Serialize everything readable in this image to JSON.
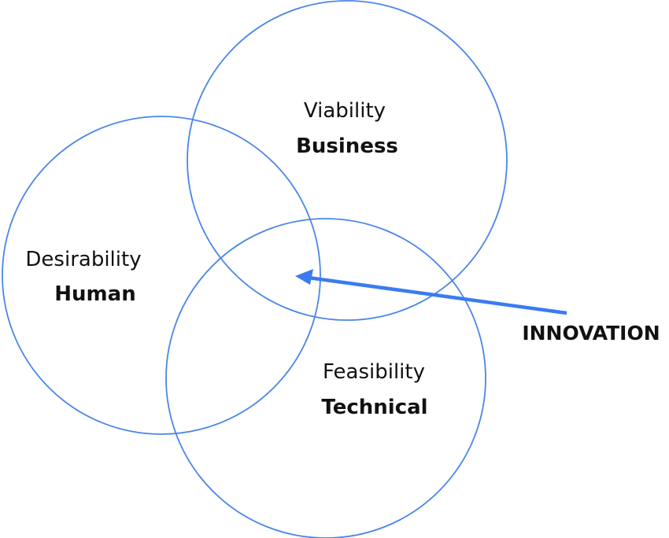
{
  "colors": {
    "circle": "#4a86e8",
    "arrow": "#3b7bf0",
    "text": "#111111"
  },
  "circles": [
    {
      "id": "viability",
      "label": "Viability",
      "sublabel": "Business"
    },
    {
      "id": "desirability",
      "label": "Desirability",
      "sublabel": "Human"
    },
    {
      "id": "feasibility",
      "label": "Feasibility",
      "sublabel": "Technical"
    }
  ],
  "arrow": {
    "label": "INNOVATION"
  }
}
